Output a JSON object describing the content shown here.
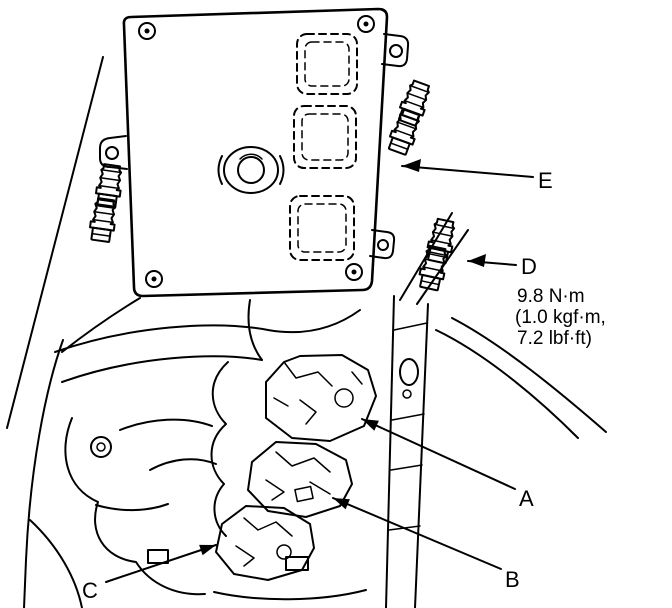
{
  "diagram": {
    "labels": {
      "a": "A",
      "b": "B",
      "c": "C",
      "d": "D",
      "e": "E"
    },
    "torque_note": {
      "line1": "9.8 N·m",
      "line2": "(1.0 kgf·m,",
      "line3": "7.2 lbf·ft)"
    },
    "colors": {
      "line": "#000000",
      "background": "#ffffff"
    }
  }
}
